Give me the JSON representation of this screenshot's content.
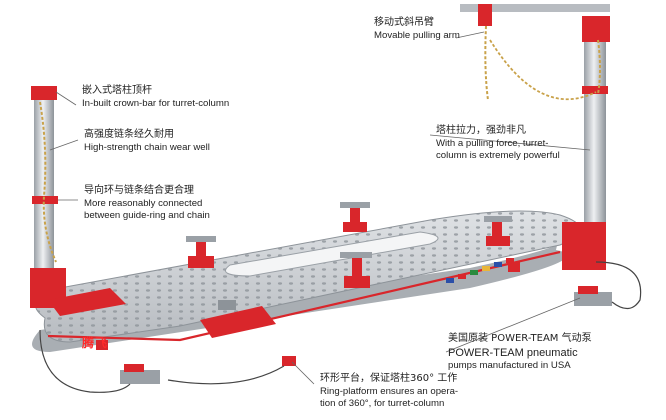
{
  "annotations": {
    "pulling_arm": {
      "zh": "移动式斜吊臂",
      "en": "Movable pulling arm"
    },
    "crown_bar": {
      "zh": "嵌入式塔柱顶杆",
      "en": "In-built crown-bar for turret-column"
    },
    "chain": {
      "zh": "高强度链条经久耐用",
      "en": "High-strength chain wear well"
    },
    "guide_ring": {
      "zh": "导向环与链条结合更合理",
      "en_line1": "More reasonably connected",
      "en_line2": "between guide-ring and chain"
    },
    "pulling_force": {
      "zh": "塔柱拉力，强劲非凡",
      "en_line1": "With a pulling force, turret-",
      "en_line2": "column is extremely powerful"
    },
    "pump": {
      "zh": "美国原装 POWER-TEAM 气动泵",
      "en_line1": "POWER-TEAM pneumatic",
      "en_line2": "pumps manufactured in USA"
    },
    "ring_platform": {
      "zh": "环形平台，保证塔柱360° 工作",
      "en_line1": "Ring-platform ensures an opera-",
      "en_line2": "tion of 360°, for turret-column"
    }
  },
  "logo_text": "腾飞",
  "colors": {
    "frame_red": "#d9262b",
    "platform_gray": "#c9ccd0",
    "column_gray": "#cfd2d6",
    "chain_gold": "#c9a24a",
    "leader_line": "#666666"
  }
}
